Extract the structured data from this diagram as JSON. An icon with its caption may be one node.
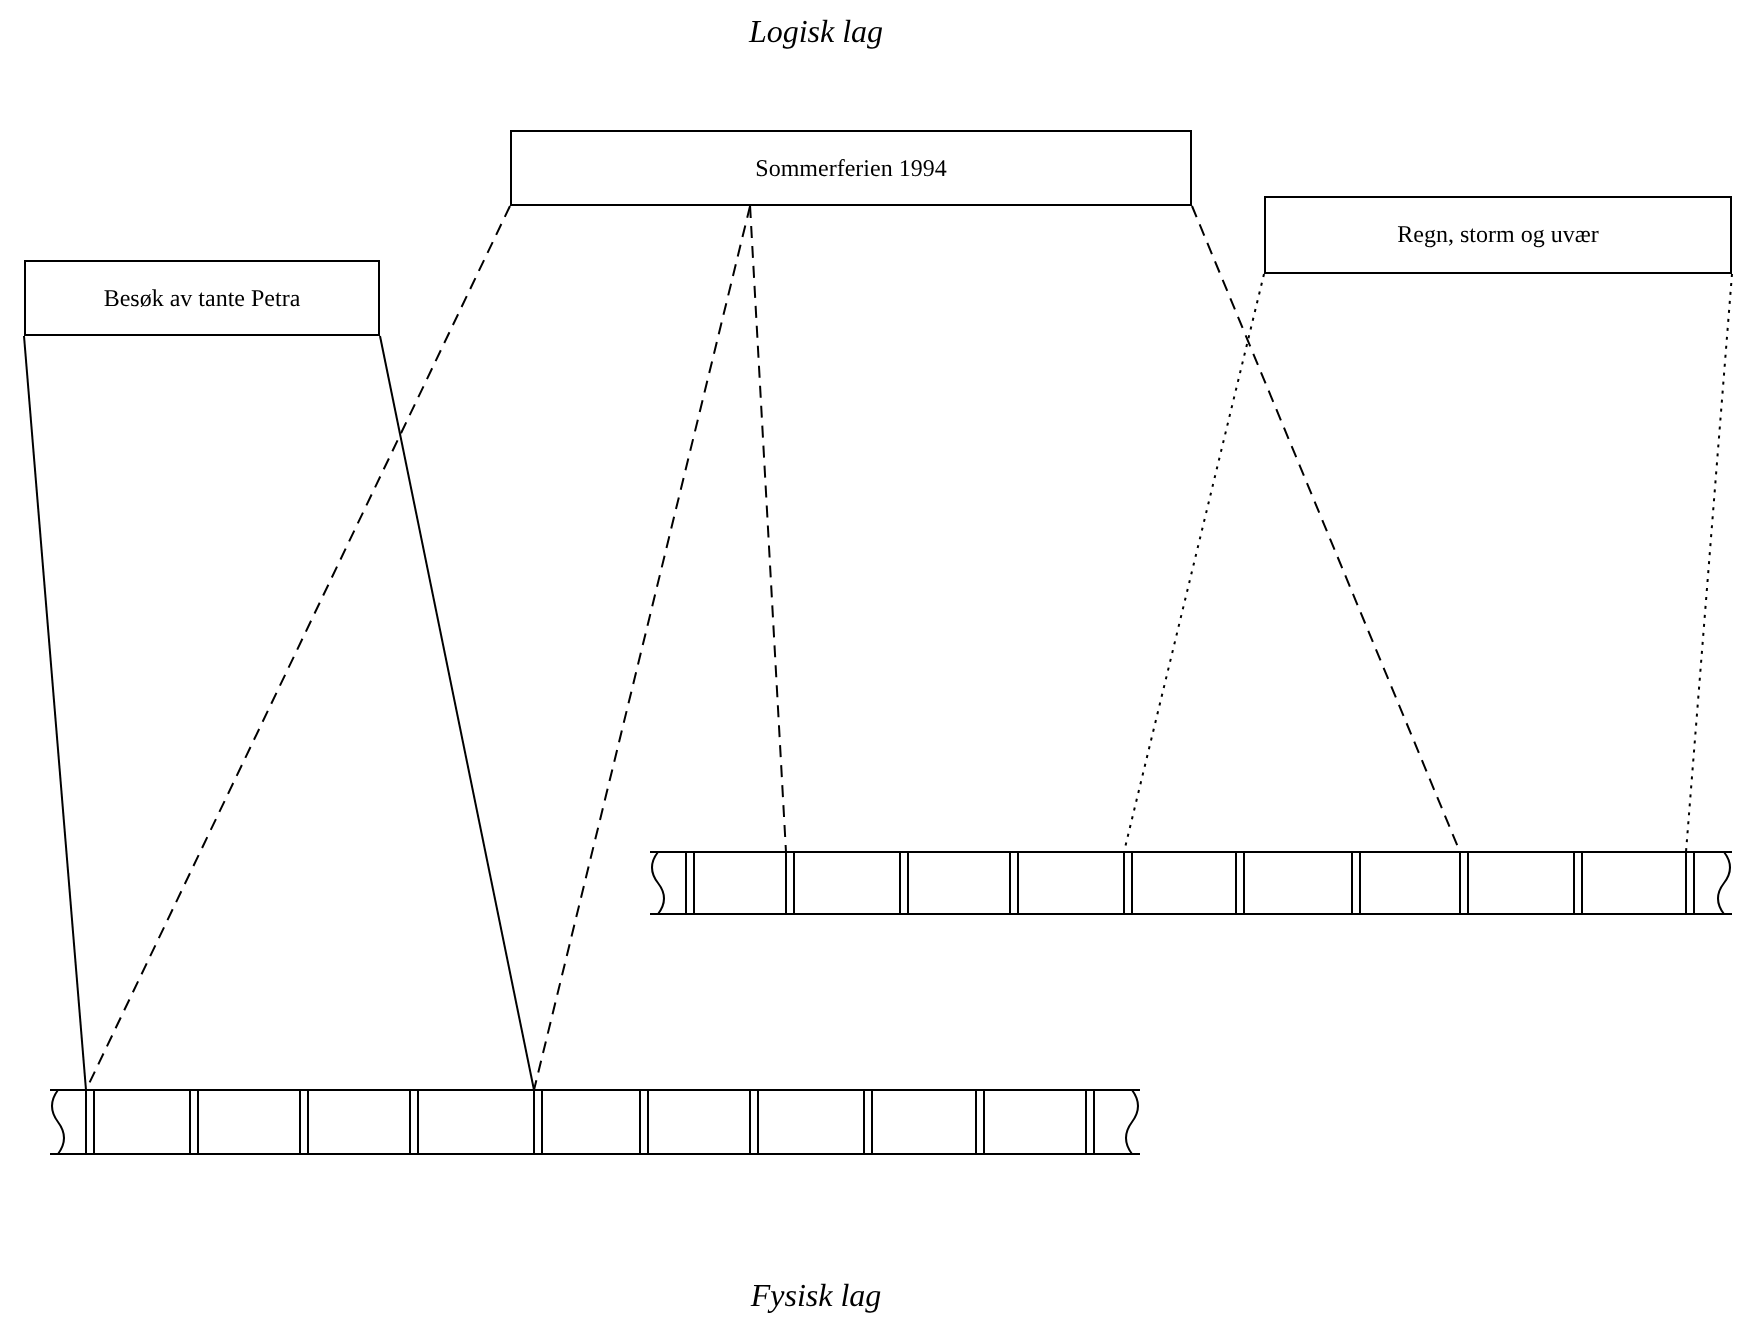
{
  "diagram": {
    "nodes": [
      {
        "text": [
          "Sommerferien 1994"
        ]
      },
      {
        "text": [
          "Besøk av tante Petra"
        ]
      },
      {
        "text": [
          "Regn, storm og uvær"
        ]
      },
      {
        "text": [],
        "shape": "bar"
      },
      {
        "text": [],
        "shape": "bar"
      }
    ],
    "edges": [
      {
        "from": 1,
        "to": 4,
        "arrow": "none"
      },
      {
        "from": 1,
        "to": 4,
        "arrow": "none"
      },
      {
        "from": 0,
        "to": 4,
        "arrow": "none",
        "style": "dashed"
      },
      {
        "from": 0,
        "to": 4,
        "arrow": "none",
        "style": "dashed"
      },
      {
        "from": 0,
        "to": 3,
        "arrow": "none",
        "style": "dashed"
      },
      {
        "from": 0,
        "to": 3,
        "arrow": "none",
        "style": "dashed"
      },
      {
        "from": 2,
        "to": 3,
        "arrow": "none",
        "style": "dashed"
      },
      {
        "from": 2,
        "to": 3,
        "arrow": "none",
        "style": "dashed"
      }
    ],
    "labels": [
      "Logisk lag",
      "Fysisk lag"
    ]
  }
}
